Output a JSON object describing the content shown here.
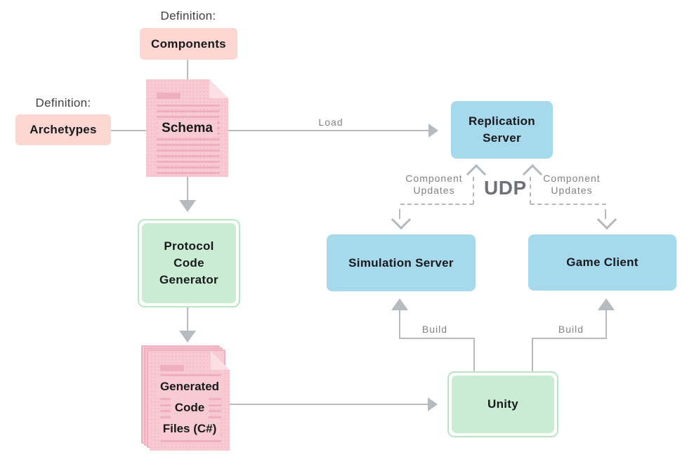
{
  "colors": {
    "pink_box": "#fcd6d1",
    "pink_document": "#f8cad2",
    "blue_box": "#a6d9ec",
    "green_fill": "#c9ecd2",
    "green_border": "#b9e7c3",
    "connector_gray": "#b6bbc0",
    "label_gray": "#7e8387",
    "text_dark": "#17191c"
  },
  "definitions": {
    "components": {
      "caption": "Definition:",
      "label": "Components"
    },
    "archetypes": {
      "caption": "Definition:",
      "label": "Archetypes"
    }
  },
  "nodes": {
    "schema": {
      "label": "Schema"
    },
    "replication_server": {
      "lines": [
        "Replication",
        "Server"
      ]
    },
    "protocol_code_generator": {
      "lines": [
        "Protocol",
        "Code",
        "Generator"
      ]
    },
    "generated_code_files": {
      "lines": [
        "Generated",
        "Code",
        "Files (C#)"
      ]
    },
    "simulation_server": {
      "label": "Simulation Server"
    },
    "game_client": {
      "label": "Game Client"
    },
    "unity": {
      "label": "Unity"
    }
  },
  "edges": {
    "load": {
      "label": "Load"
    },
    "udp": {
      "label": "UDP"
    },
    "component_updates_left": {
      "label": "Component Updates"
    },
    "component_updates_right": {
      "label": "Component Updates"
    },
    "build_left": {
      "label": "Build"
    },
    "build_right": {
      "label": "Build"
    }
  }
}
